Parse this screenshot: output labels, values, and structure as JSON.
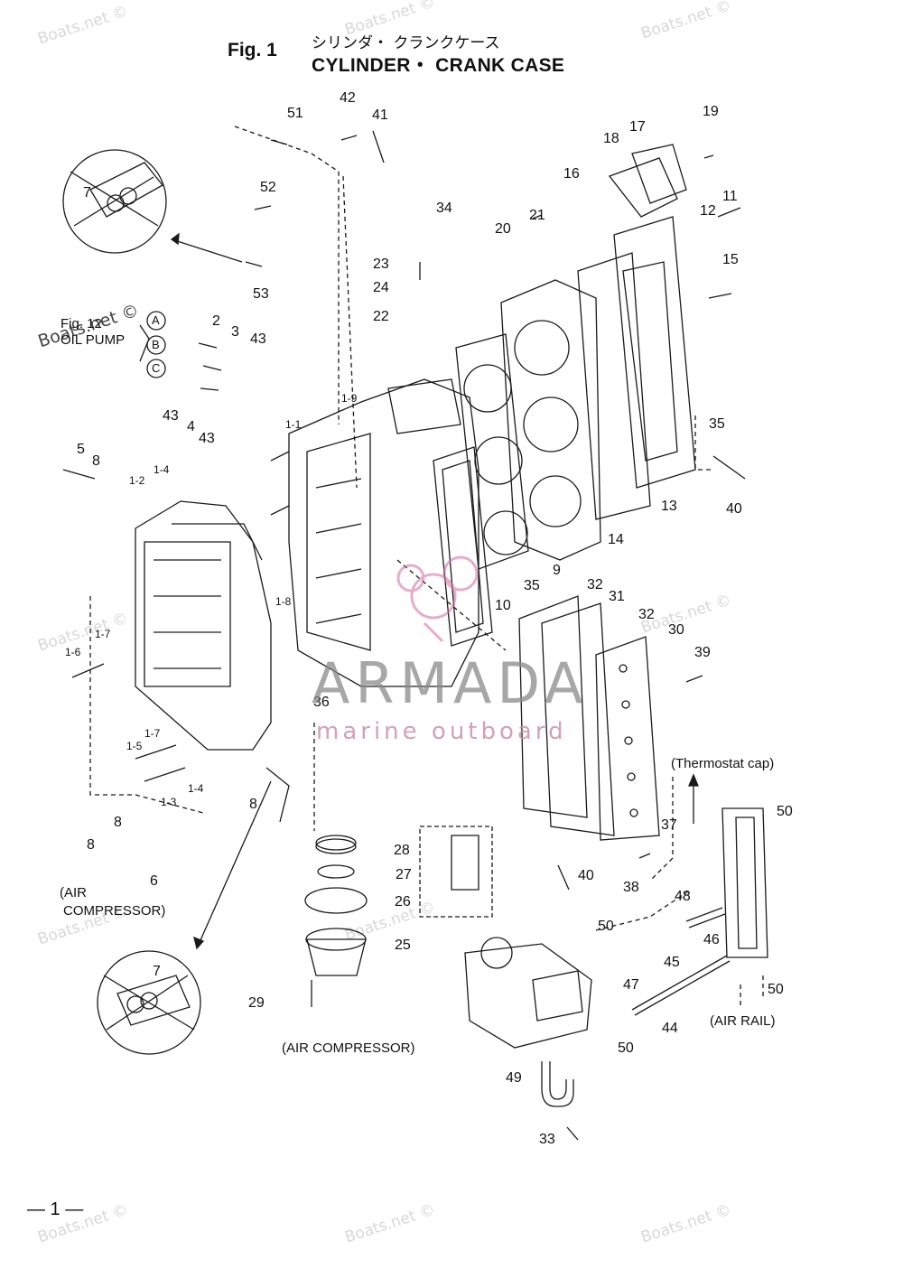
{
  "header": {
    "fig_label": "Fig. 1",
    "title_jp": "シリンダ・ クランクケース",
    "title_en": "CYLINDER・ CRANK CASE"
  },
  "footer": {
    "page_number": "— 1 —"
  },
  "watermarks": {
    "site": "Boats.net ©",
    "brand": "ARMADA",
    "brand_sub": "marine outboard"
  },
  "notes": {
    "oil_pump_ref": "Fig. 12",
    "oil_pump": "OIL PUMP",
    "thermostat_cap": "(Thermostat cap)",
    "air_compressor_left_1": "(AIR",
    "air_compressor_left_2": "COMPRESSOR)",
    "air_compressor_bottom": "(AIR COMPRESSOR)",
    "air_rail": "(AIR RAIL)"
  },
  "callouts": [
    "51",
    "42",
    "41",
    "19",
    "17",
    "18",
    "16",
    "52",
    "53",
    "34",
    "20",
    "21",
    "23",
    "24",
    "22",
    "12",
    "11",
    "15",
    "A",
    "B",
    "C",
    "2",
    "3",
    "43",
    "43",
    "4",
    "43",
    "1-1",
    "1-9",
    "35",
    "13",
    "40",
    "5",
    "8",
    "1-2",
    "1-4",
    "14",
    "9",
    "35",
    "10",
    "32",
    "31",
    "32",
    "30",
    "39",
    "1-8",
    "1-7",
    "1-6",
    "36",
    "1-7",
    "1-5",
    "1-4",
    "1-3",
    "8",
    "8",
    "8",
    "6",
    "28",
    "27",
    "26",
    "25",
    "29",
    "37",
    "40",
    "38",
    "48",
    "50",
    "46",
    "45",
    "47",
    "44",
    "50",
    "50",
    "50",
    "49",
    "33",
    "7",
    "7"
  ],
  "colors": {
    "line": "#1a1a1a",
    "watermark": "#d8d8d8",
    "brand": "#8a8a8a",
    "brand_accent": "#d46aa0"
  }
}
